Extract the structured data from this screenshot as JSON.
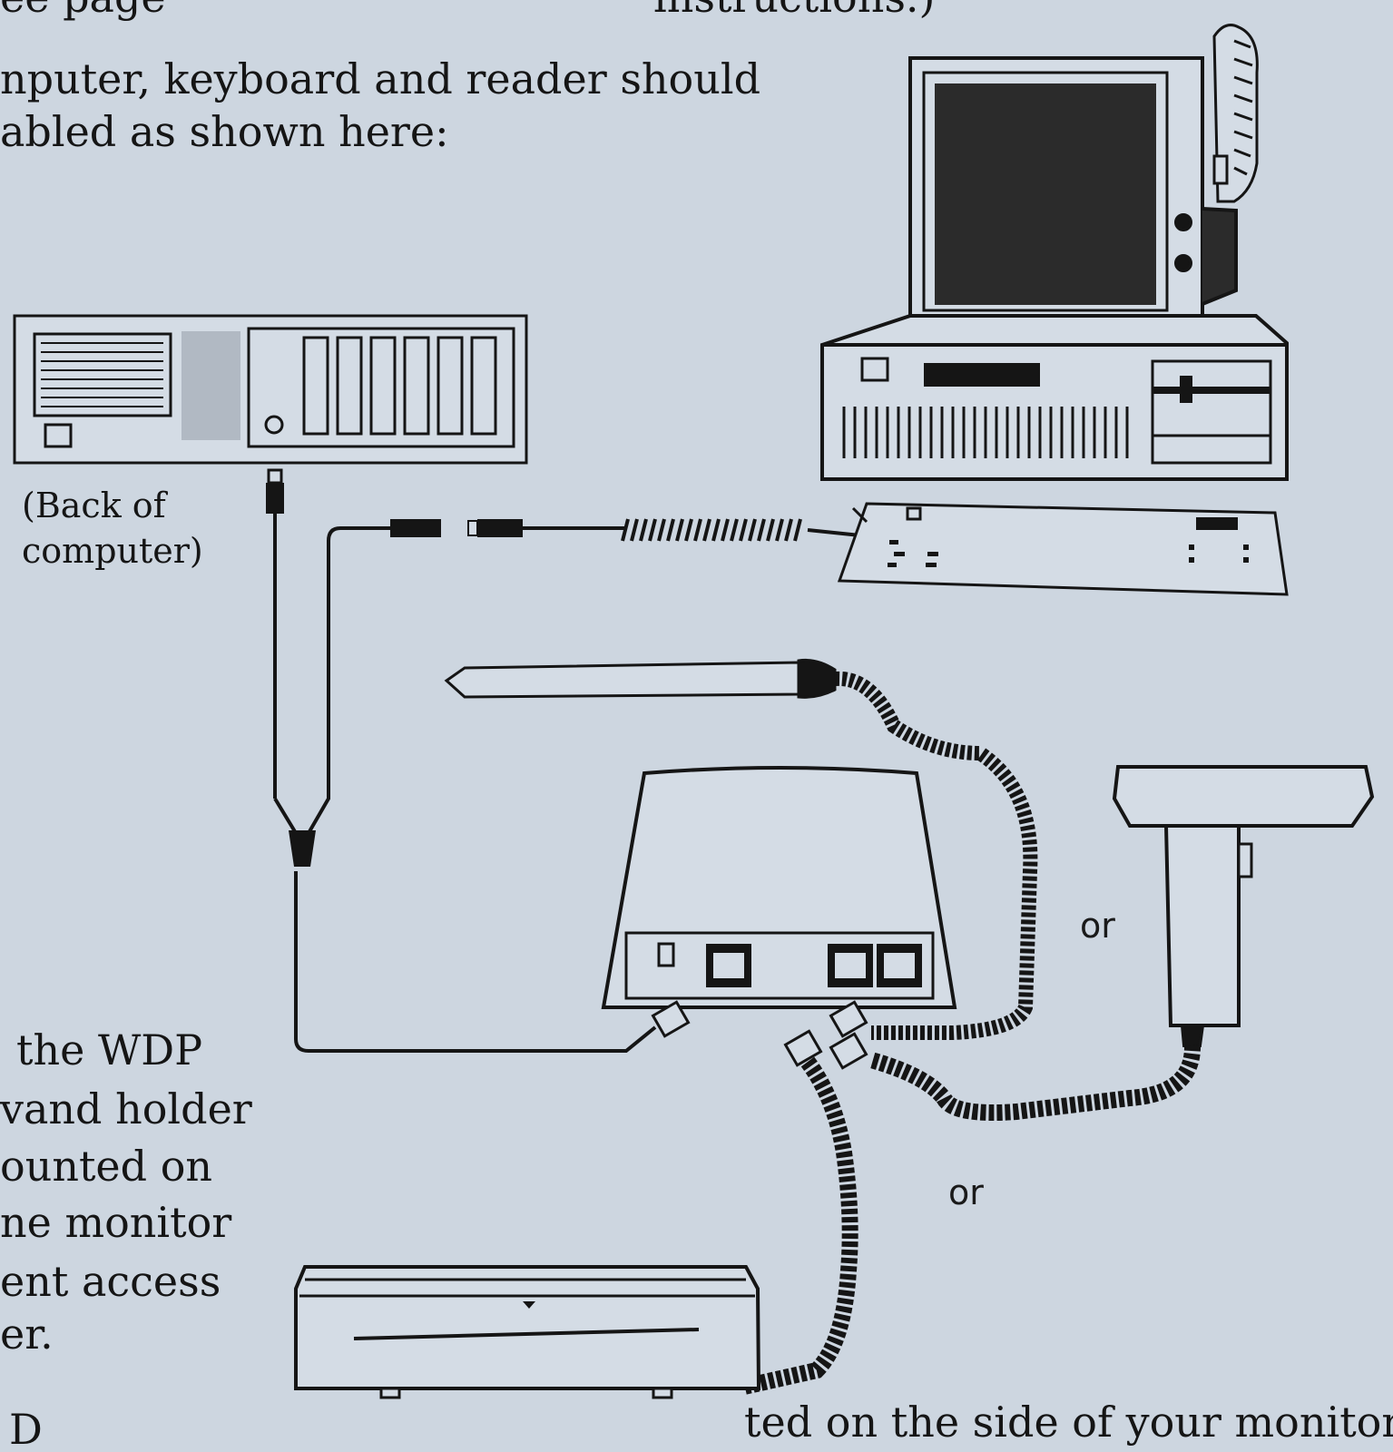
{
  "intro": {
    "line1_fragment": "ee page",
    "line1_end": "instructions.)",
    "line2": "nputer, keyboard and reader should",
    "line3": "abled as shown here:"
  },
  "caption": {
    "line1": "(Back of",
    "line2": "computer)"
  },
  "labels": {
    "or_upper": "or",
    "or_lower": "or"
  },
  "left_paragraph": {
    "line1": "the WDP",
    "line2": "vand holder",
    "line3": "ounted on",
    "line4": "ne monitor",
    "line5": "ent access",
    "line6": "er."
  },
  "footer": {
    "line_fragment": "D",
    "line_end": "ted on the side of your monitor,"
  },
  "colors": {
    "paper": "#cdd6e0",
    "ink": "#151515",
    "screen": "#2b2b2b"
  }
}
